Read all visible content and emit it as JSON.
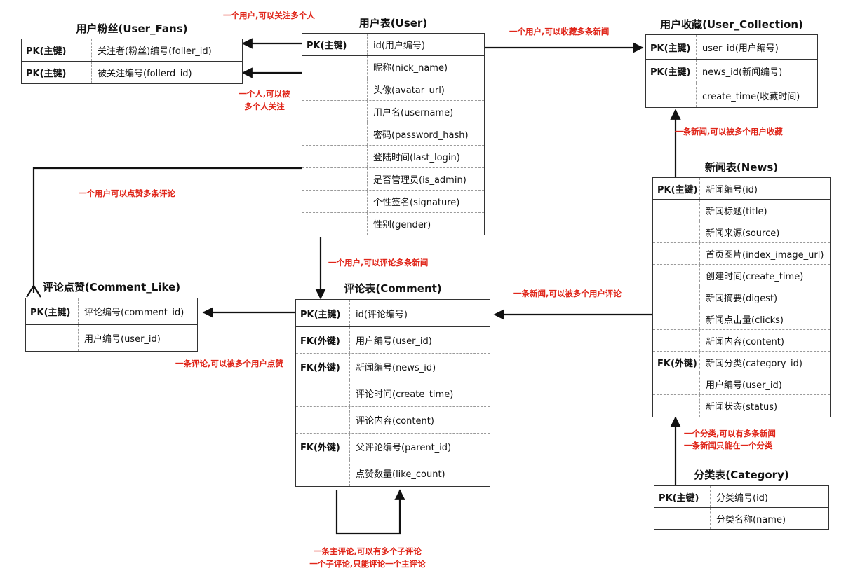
{
  "tables": {
    "user": {
      "title": "用户表(User)",
      "rows": [
        {
          "key": "PK(主键)",
          "field": "id(用户编号)"
        },
        {
          "key": "",
          "field": "昵称(nick_name)"
        },
        {
          "key": "",
          "field": "头像(avatar_url)"
        },
        {
          "key": "",
          "field": "用户名(username)"
        },
        {
          "key": "",
          "field": "密码(password_hash)"
        },
        {
          "key": "",
          "field": "登陆时间(last_login)"
        },
        {
          "key": "",
          "field": "是否管理员(is_admin)"
        },
        {
          "key": "",
          "field": "个性签名(signature)"
        },
        {
          "key": "",
          "field": "性别(gender)"
        }
      ]
    },
    "fans": {
      "title": "用户粉丝(User_Fans)",
      "rows": [
        {
          "key": "PK(主键)",
          "field": "关注者(粉丝)编号(foller_id)"
        },
        {
          "key": "PK(主键)",
          "field": "被关注编号(follerd_id)"
        }
      ]
    },
    "collection": {
      "title": "用户收藏(User_Collection)",
      "rows": [
        {
          "key": "PK(主键)",
          "field": "user_id(用户编号)"
        },
        {
          "key": "PK(主键)",
          "field": "news_id(新闻编号)"
        },
        {
          "key": "",
          "field": "create_time(收藏时间)"
        }
      ]
    },
    "news": {
      "title": "新闻表(News)",
      "rows": [
        {
          "key": "PK(主键)",
          "field": "新闻编号(id)"
        },
        {
          "key": "",
          "field": "新闻标题(title)"
        },
        {
          "key": "",
          "field": "新闻来源(source)"
        },
        {
          "key": "",
          "field": "首页图片(index_image_url)"
        },
        {
          "key": "",
          "field": "创建时间(create_time)"
        },
        {
          "key": "",
          "field": "新闻摘要(digest)"
        },
        {
          "key": "",
          "field": "新闻点击量(clicks)"
        },
        {
          "key": "",
          "field": "新闻内容(content)"
        },
        {
          "key": "FK(外键)",
          "field": "新闻分类(category_id)"
        },
        {
          "key": "",
          "field": "用户编号(user_id)"
        },
        {
          "key": "",
          "field": "新闻状态(status)"
        }
      ]
    },
    "comment": {
      "title": "评论表(Comment)",
      "rows": [
        {
          "key": "PK(主键)",
          "field": "id(评论编号)"
        },
        {
          "key": "FK(外键)",
          "field": "用户编号(user_id)"
        },
        {
          "key": "FK(外键)",
          "field": "新闻编号(news_id)"
        },
        {
          "key": "",
          "field": "评论时间(create_time)"
        },
        {
          "key": "",
          "field": "评论内容(content)"
        },
        {
          "key": "FK(外键)",
          "field": "父评论编号(parent_id)"
        },
        {
          "key": "",
          "field": "点赞数量(like_count)"
        }
      ]
    },
    "like": {
      "title": "评论点赞(Comment_Like)",
      "rows": [
        {
          "key": "PK(主键)",
          "field": "评论编号(comment_id)"
        },
        {
          "key": "",
          "field": "用户编号(user_id)"
        }
      ]
    },
    "category": {
      "title": "分类表(Category)",
      "rows": [
        {
          "key": "PK(主键)",
          "field": "分类编号(id)"
        },
        {
          "key": "",
          "field": "分类名称(name)"
        }
      ]
    }
  },
  "notes": {
    "user_follow": "一个用户,可以关注多个人",
    "user_followed_1": "一个人,可以被",
    "user_followed_2": "多个人关注",
    "user_collect": "一个用户,可以收藏多条新闻",
    "news_collected": "一条新闻,可以被多个用户收藏",
    "user_like": "一个用户可以点赞多条评论",
    "user_comment": "一个用户,可以评论多条新闻",
    "news_commented": "一条新闻,可以被多个用户评论",
    "comment_liked": "一条评论,可以被多个用户点赞",
    "category_1": "一个分类,可以有多条新闻",
    "category_2": "一条新闻只能在一个分类",
    "self_1": "一条主评论,可以有多个子评论",
    "self_2": "一个子评论,只能评论一个主评论"
  },
  "colors": {
    "note": "#e0261a",
    "line": "#111111",
    "border": "#333333"
  }
}
